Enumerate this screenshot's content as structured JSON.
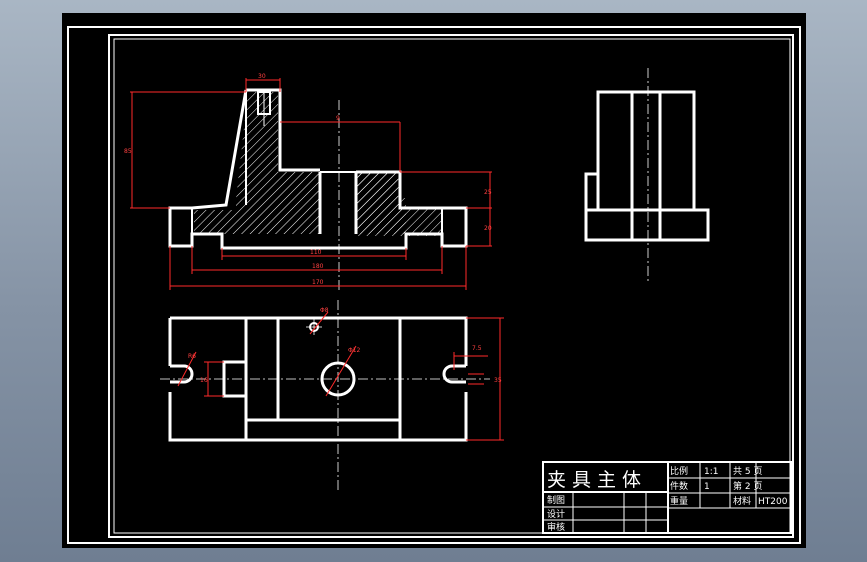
{
  "title_block": {
    "name": "夹具主体",
    "scale_label": "比例",
    "scale_value": "1:1",
    "count_label": "件数",
    "count_value": "1",
    "weight_label": "重量",
    "sheets_label": "共 5 页",
    "sheet_no_label": "第 2 页",
    "material_label": "材料",
    "material_value": "HT200",
    "drawn_label": "制图",
    "designed_label": "设计",
    "checked_label": "审核"
  },
  "dimensions": {
    "top_width": "30",
    "overall_height": "85",
    "center_offset": "9",
    "flange_height": "25",
    "base_height": "20",
    "d110": "110",
    "d180": "180",
    "d170": "170",
    "r_slot": "R6",
    "bore": "Φ8",
    "hole": "Φ12",
    "slot_depth": "7.5",
    "plate_width": "35",
    "left_slot": "16"
  },
  "colors": {
    "frame": "#000000",
    "lines": "#ffffff",
    "dims": "#ff2a2a",
    "background": "#8a99ab"
  }
}
